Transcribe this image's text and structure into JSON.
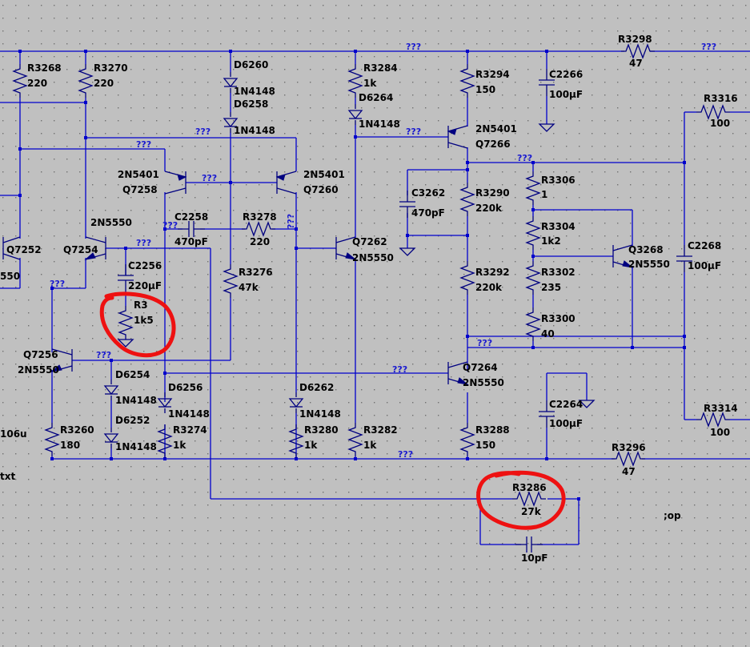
{
  "schematic": {
    "component_labels": {
      "r3268": "R3268",
      "r3268_val": "220",
      "r3270": "R3270",
      "r3270_val": "220",
      "d6260": "D6260",
      "d6260_val": "1N4148",
      "d6258": "D6258",
      "d6258_val": "1N4148",
      "r3284": "R3284",
      "r3284_val": "1k",
      "d6264": "D6264",
      "d6264_val": "1N4148",
      "r3294": "R3294",
      "r3294_val": "150",
      "c2266": "C2266",
      "c2266_val": "100µF",
      "r3298": "R3298",
      "r3298_val": "47",
      "r3316": "R3316",
      "r3316_val": "100",
      "q7266": "Q7266",
      "q7266_val": "2N5401",
      "q7258": "Q7258",
      "q7258_val": "2N5401",
      "q7260": "Q7260",
      "q7260_val": "2N5401",
      "r3306": "R3306",
      "r3306_val": "1",
      "c3262": "C3262",
      "c3262_val": "470pF",
      "r3290": "R3290",
      "r3290_val": "220k",
      "q7252": "Q7252",
      "q7252_val": "550",
      "q7254": "Q7254",
      "q7254_val": "2N5550",
      "c2258": "C2258",
      "c2258_val": "470pF",
      "r3278": "R3278",
      "r3278_val": "220",
      "q7262": "Q7262",
      "q7262_val": "2N5550",
      "r3304": "R3304",
      "r3304_val": "1k2",
      "q3268": "Q3268",
      "q3268_val": "2N5550",
      "c2268": "C2268",
      "c2268_val": "100µF",
      "c2256": "C2256",
      "c2256_val": "220µF",
      "r3276": "R3276",
      "r3276_val": "47k",
      "r3292": "R3292",
      "r3292_val": "220k",
      "r3302": "R3302",
      "r3302_val": "235",
      "r31xx": "R3",
      "r31xx_val": "1k5",
      "r3300": "R3300",
      "r3300_val": "40",
      "q7256": "Q7256",
      "q7256_val": "2N5550",
      "d6254": "D6254",
      "d6254_val": "1N4148",
      "d6256": "D6256",
      "d6256_val": "1N4148",
      "d6252": "D6252",
      "d6252_val": "1N4148",
      "d6262": "D6262",
      "d6262_val": "1N4148",
      "q7264": "Q7264",
      "q7264_val": "2N5550",
      "c2264": "C2264",
      "c2264_val": "100µF",
      "r3314": "R3314",
      "r3314_val": "100",
      "r3260": "R3260",
      "r3260_val": "180",
      "r3274": "R3274",
      "r3274_val": "1k",
      "r3280": "R3280",
      "r3280_val": "1k",
      "r3282": "R3282",
      "r3282_val": "1k",
      "r3288": "R3288",
      "r3288_val": "150",
      "r3296": "R3296",
      "r3296_val": "47",
      "r3286": "R3286",
      "r3286_val": "27k",
      "c_fb_val": "10pF",
      "edge_106u": "106u",
      "edge_txt": "txt",
      "op_directive": ";op"
    },
    "net_label_text": "???"
  }
}
